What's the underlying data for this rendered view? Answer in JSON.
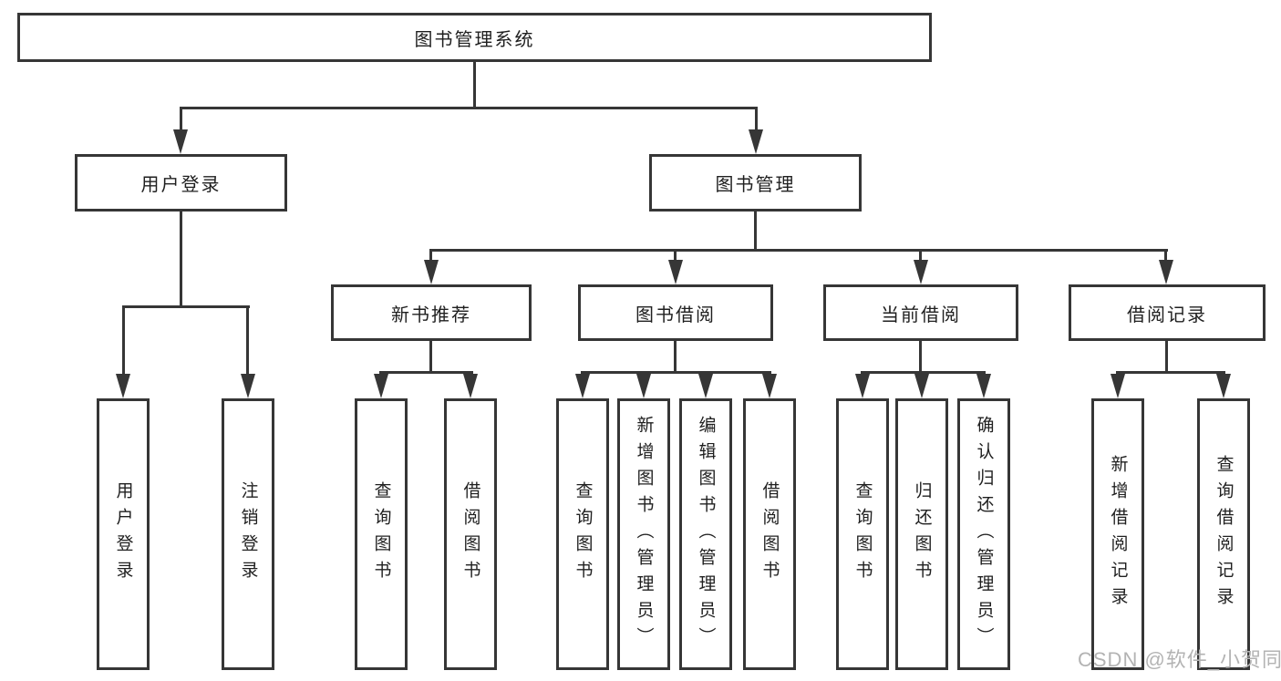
{
  "tree": {
    "root": {
      "label": "图书管理系统",
      "children": [
        {
          "label": "用户登录",
          "children": [
            {
              "label": "用户登录"
            },
            {
              "label": "注销登录"
            }
          ]
        },
        {
          "label": "图书管理",
          "children": [
            {
              "label": "新书推荐",
              "children": [
                {
                  "label": "查询图书"
                },
                {
                  "label": "借阅图书"
                }
              ]
            },
            {
              "label": "图书借阅",
              "children": [
                {
                  "label": "查询图书"
                },
                {
                  "label": "新增图书（管理员）"
                },
                {
                  "label": "编辑图书（管理员）"
                },
                {
                  "label": "借阅图书"
                }
              ]
            },
            {
              "label": "当前借阅",
              "children": [
                {
                  "label": "查询图书"
                },
                {
                  "label": "归还图书"
                },
                {
                  "label": "确认归还（管理员）"
                }
              ]
            },
            {
              "label": "借阅记录",
              "children": [
                {
                  "label": "新增借阅记录"
                },
                {
                  "label": "查询借阅记录"
                }
              ]
            }
          ]
        }
      ]
    }
  },
  "watermark": "CSDN @软件_小贺同学",
  "colors": {
    "line": "#363636",
    "text": "#1f1f1f",
    "watermark": "#b3b3b3",
    "background": "#ffffff"
  }
}
